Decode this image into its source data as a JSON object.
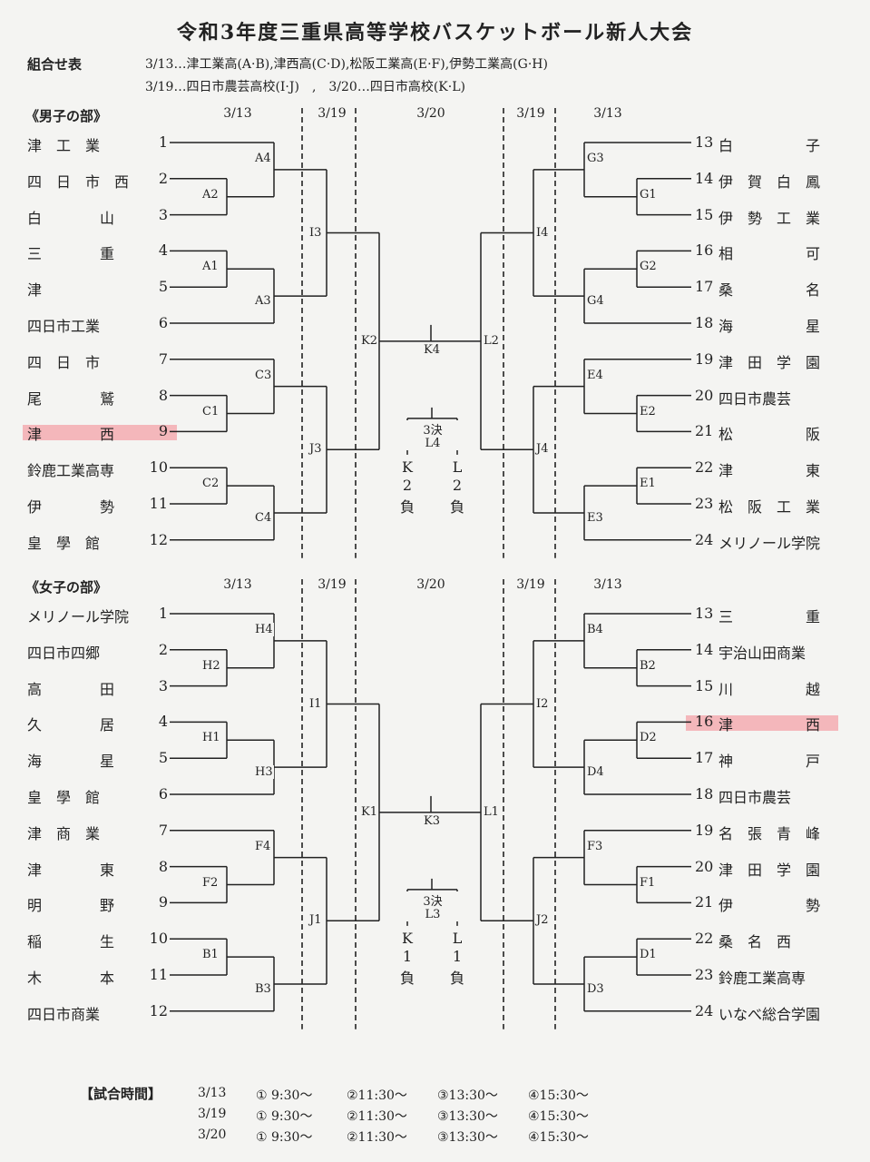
{
  "title": "令和3年度三重県高等学校バスケットボール新人大会",
  "header": {
    "label": "組合せ表",
    "line1": "3/13…津工業高(A·B),津西高(C·D),松阪工業高(E·F),伊勢工業高(G·H)",
    "line2": "3/19…四日市農芸高校(I·J)　,　3/20…四日市高校(K·L)"
  },
  "boys": {
    "section": "《男子の部》",
    "dates": [
      "3/13",
      "3/19",
      "3/20",
      "3/19",
      "3/13"
    ],
    "left": [
      {
        "name": "津　工　業",
        "no": "1"
      },
      {
        "name": "四　日　市　西",
        "no": "2"
      },
      {
        "name": "白　　　　山",
        "no": "3"
      },
      {
        "name": "三　　　　重",
        "no": "4"
      },
      {
        "name": "津",
        "no": "5"
      },
      {
        "name": "四日市工業",
        "no": "6"
      },
      {
        "name": "四　日　市",
        "no": "7"
      },
      {
        "name": "尾　　　　鷲",
        "no": "8"
      },
      {
        "name": "津　　　　西",
        "no": "9"
      },
      {
        "name": "鈴鹿工業高専",
        "no": "10"
      },
      {
        "name": "伊　　　　勢",
        "no": "11"
      },
      {
        "name": "皇　學　館",
        "no": "12"
      }
    ],
    "right": [
      {
        "no": "13",
        "name": "白　　　　　子"
      },
      {
        "no": "14",
        "name": "伊　賀　白　鳳"
      },
      {
        "no": "15",
        "name": "伊　勢　工　業"
      },
      {
        "no": "16",
        "name": "相　　　　　可"
      },
      {
        "no": "17",
        "name": "桑　　　　　名"
      },
      {
        "no": "18",
        "name": "海　　　　　星"
      },
      {
        "no": "19",
        "name": "津　田　学　園"
      },
      {
        "no": "20",
        "name": "四日市農芸"
      },
      {
        "no": "21",
        "name": "松　　　　　阪"
      },
      {
        "no": "22",
        "name": "津　　　　　東"
      },
      {
        "no": "23",
        "name": "松　阪　工　業"
      },
      {
        "no": "24",
        "name": "メリノール学院"
      }
    ],
    "labels": {
      "A4": "A4",
      "A2": "A2",
      "A1": "A1",
      "A3": "A3",
      "C3": "C3",
      "C1": "C1",
      "C2": "C2",
      "C4": "C4",
      "I3": "I3",
      "J3": "J3",
      "K2": "K2",
      "K4": "K4",
      "L2": "L2",
      "I4": "I4",
      "J4": "J4",
      "G3": "G3",
      "G1": "G1",
      "G2": "G2",
      "G4": "G4",
      "E4": "E4",
      "E2": "E2",
      "E1": "E1",
      "E3": "E3"
    },
    "third": {
      "title": "3決",
      "code": "L4",
      "left": "K\n2\n負",
      "right": "L\n2\n負"
    }
  },
  "girls": {
    "section": "《女子の部》",
    "dates": [
      "3/13",
      "3/19",
      "3/20",
      "3/19",
      "3/13"
    ],
    "left": [
      {
        "name": "メリノール学院",
        "no": "1"
      },
      {
        "name": "四日市四郷",
        "no": "2"
      },
      {
        "name": "高　　　　田",
        "no": "3"
      },
      {
        "name": "久　　　　居",
        "no": "4"
      },
      {
        "name": "海　　　　星",
        "no": "5"
      },
      {
        "name": "皇　學　館",
        "no": "6"
      },
      {
        "name": "津　商　業",
        "no": "7"
      },
      {
        "name": "津　　　　東",
        "no": "8"
      },
      {
        "name": "明　　　　野",
        "no": "9"
      },
      {
        "name": "稲　　　　生",
        "no": "10"
      },
      {
        "name": "木　　　　本",
        "no": "11"
      },
      {
        "name": "四日市商業",
        "no": "12"
      }
    ],
    "right": [
      {
        "no": "13",
        "name": "三　　　　　重"
      },
      {
        "no": "14",
        "name": "宇治山田商業"
      },
      {
        "no": "15",
        "name": "川　　　　　越"
      },
      {
        "no": "16",
        "name": "津　　　　　西"
      },
      {
        "no": "17",
        "name": "神　　　　　戸"
      },
      {
        "no": "18",
        "name": "四日市農芸"
      },
      {
        "no": "19",
        "name": "名　張　青　峰"
      },
      {
        "no": "20",
        "name": "津　田　学　園"
      },
      {
        "no": "21",
        "name": "伊　　　　　勢"
      },
      {
        "no": "22",
        "name": "桑　名　西"
      },
      {
        "no": "23",
        "name": "鈴鹿工業高専"
      },
      {
        "no": "24",
        "name": "いなべ総合学園"
      }
    ],
    "labels": {
      "H4": "H4",
      "H2": "H2",
      "H1": "H1",
      "H3": "H3",
      "F4": "F4",
      "F2": "F2",
      "B1": "B1",
      "B3": "B3",
      "I1": "I1",
      "J1": "J1",
      "K1": "K1",
      "K3": "K3",
      "L1": "L1",
      "I2": "I2",
      "J2": "J2",
      "B4": "B4",
      "B2": "B2",
      "D2": "D2",
      "D4": "D4",
      "F3": "F3",
      "F1": "F1",
      "D1": "D1",
      "D3": "D3"
    },
    "third": {
      "title": "3決",
      "code": "L3",
      "left": "K\n1\n負",
      "right": "L\n1\n負"
    }
  },
  "schedule": {
    "label": "【試合時間】",
    "rows": [
      {
        "date": "3/13",
        "t1": "① 9:30～",
        "t2": "②11:30～",
        "t3": "③13:30～",
        "t4": "④15:30～"
      },
      {
        "date": "3/19",
        "t1": "① 9:30～",
        "t2": "②11:30～",
        "t3": "③13:30～",
        "t4": "④15:30～"
      },
      {
        "date": "3/20",
        "t1": "① 9:30～",
        "t2": "②11:30～",
        "t3": "③13:30～",
        "t4": "④15:30～"
      }
    ]
  },
  "colors": {
    "highlight": "#f4a3a8",
    "ink": "#222222",
    "paper": "#f4f4f2"
  }
}
